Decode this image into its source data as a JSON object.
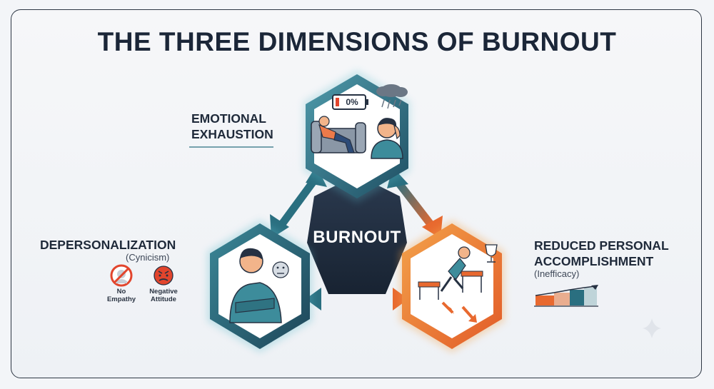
{
  "title": "THE THREE DIMENSIONS OF BURNOUT",
  "center": {
    "label": "BURNOUT"
  },
  "dimensions": {
    "emotional_exhaustion": {
      "line1": "EMOTIONAL",
      "line2": "EXHAUSTION",
      "battery_text": "0%"
    },
    "depersonalization": {
      "label": "DEPERSONALIZATION",
      "sublabel": "(Cynicism)",
      "icons": [
        {
          "line1": "No",
          "line2": "Empathy",
          "icon": "no-empathy-icon"
        },
        {
          "line1": "Negative",
          "line2": "Attitude",
          "icon": "angry-face-icon"
        }
      ]
    },
    "reduced_accomplishment": {
      "line1": "REDUCED PERSONAL",
      "line2": "ACCOMPLISHMENT",
      "sublabel": "(Inefficacy)"
    }
  },
  "colors": {
    "title": "#1b2638",
    "center": "#1e2a3b",
    "teal": "#2a6f80",
    "orange": "#e8692f",
    "frame": "#2e3744"
  }
}
